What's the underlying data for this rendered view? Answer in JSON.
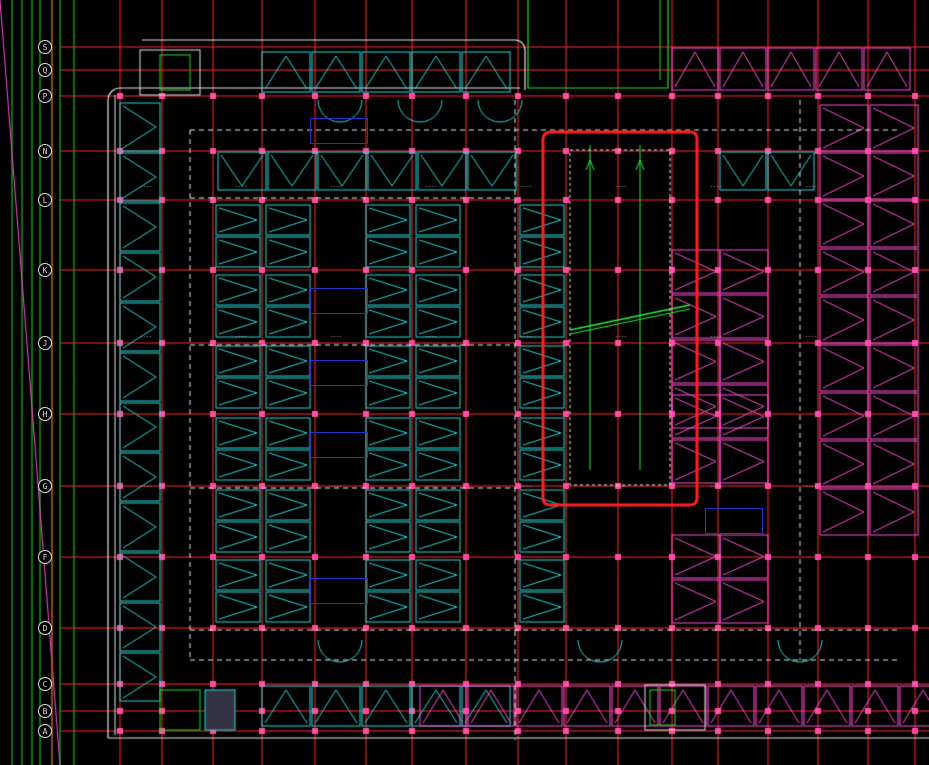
{
  "drawing": {
    "background": "#000000",
    "colors": {
      "grid_red": "#ff2b2b",
      "grid_green": "#22dd22",
      "column_pink": "#ff4fa3",
      "cyan_stall": "#28d7d7",
      "magenta_stall": "#ff4fd8",
      "white_line": "#e6e6e6",
      "blue_text": "#2f45ff",
      "highlight": "#ff2020",
      "green_arrow": "#22ee44"
    }
  },
  "grid_axes": [
    {
      "label": "S"
    },
    {
      "label": "Q"
    },
    {
      "label": "P"
    },
    {
      "label": "N"
    },
    {
      "label": "L"
    },
    {
      "label": "K"
    },
    {
      "label": "J"
    },
    {
      "label": "H"
    },
    {
      "label": "G"
    },
    {
      "label": "F"
    },
    {
      "label": "D"
    },
    {
      "label": "C"
    },
    {
      "label": "B"
    },
    {
      "label": "A"
    }
  ],
  "annotations": [
    {
      "text": "",
      "icon": "parking-note"
    },
    {
      "text": "",
      "icon": "parking-note"
    },
    {
      "text": "",
      "icon": "parking-note"
    },
    {
      "text": "",
      "icon": "parking-note"
    },
    {
      "text": "",
      "icon": "parking-note"
    },
    {
      "text": "",
      "icon": "parking-note"
    }
  ],
  "highlight_region": {
    "color": "#ff2020",
    "description_icon": "red-selection-rectangle"
  }
}
